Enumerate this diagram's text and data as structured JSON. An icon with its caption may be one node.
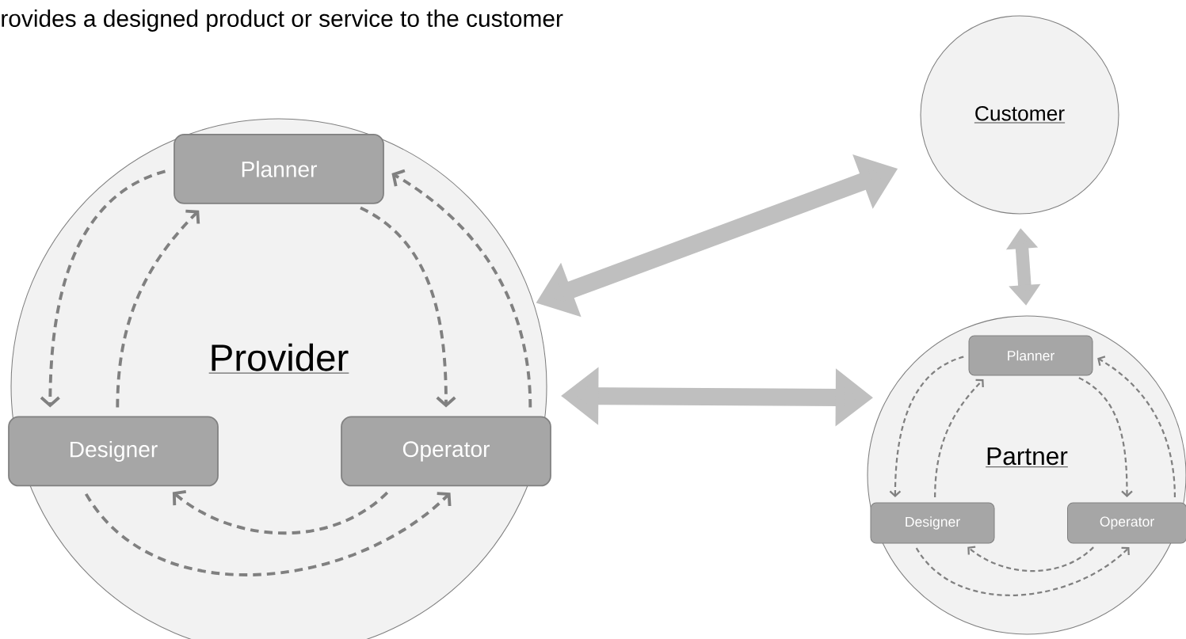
{
  "diagram": {
    "title": "rovides a designed product or service to the customer",
    "nodes": [
      {
        "text": [
          "Provider"
        ]
      },
      {
        "text": [
          "Planner"
        ],
        "in": 0
      },
      {
        "text": [
          "Designer"
        ],
        "in": 0
      },
      {
        "text": [
          "Operator"
        ],
        "in": 0
      },
      {
        "text": [
          "Customer"
        ]
      },
      {
        "text": [
          "Partner"
        ]
      },
      {
        "text": [
          "Planner"
        ],
        "in": 5
      },
      {
        "text": [
          "Designer"
        ],
        "in": 5
      },
      {
        "text": [
          "Operator"
        ],
        "in": 5
      }
    ],
    "edges": [
      {
        "from": 1,
        "to": 2,
        "arrow": "to",
        "style": "dashed"
      },
      {
        "from": 2,
        "to": 1,
        "arrow": "to",
        "style": "dashed"
      },
      {
        "from": 1,
        "to": 3,
        "arrow": "to",
        "style": "dashed"
      },
      {
        "from": 3,
        "to": 1,
        "arrow": "to",
        "style": "dashed"
      },
      {
        "from": 3,
        "to": 2,
        "arrow": "to",
        "style": "dashed"
      },
      {
        "from": 2,
        "to": 3,
        "arrow": "to",
        "style": "dashed"
      },
      {
        "from": 6,
        "to": 7,
        "arrow": "to",
        "style": "dashed"
      },
      {
        "from": 7,
        "to": 6,
        "arrow": "to",
        "style": "dashed"
      },
      {
        "from": 6,
        "to": 8,
        "arrow": "to",
        "style": "dashed"
      },
      {
        "from": 8,
        "to": 6,
        "arrow": "to",
        "style": "dashed"
      },
      {
        "from": 8,
        "to": 7,
        "arrow": "to",
        "style": "dashed"
      },
      {
        "from": 7,
        "to": 8,
        "arrow": "to",
        "style": "dashed"
      },
      {
        "from": 0,
        "to": 4,
        "arrow": "both",
        "style": "thick",
        "color": "#bfbfbf"
      },
      {
        "from": 0,
        "to": 5,
        "arrow": "both",
        "style": "thick",
        "color": "#bfbfbf"
      },
      {
        "from": 4,
        "to": 5,
        "arrow": "both",
        "style": "thick",
        "color": "#bfbfbf"
      }
    ]
  }
}
